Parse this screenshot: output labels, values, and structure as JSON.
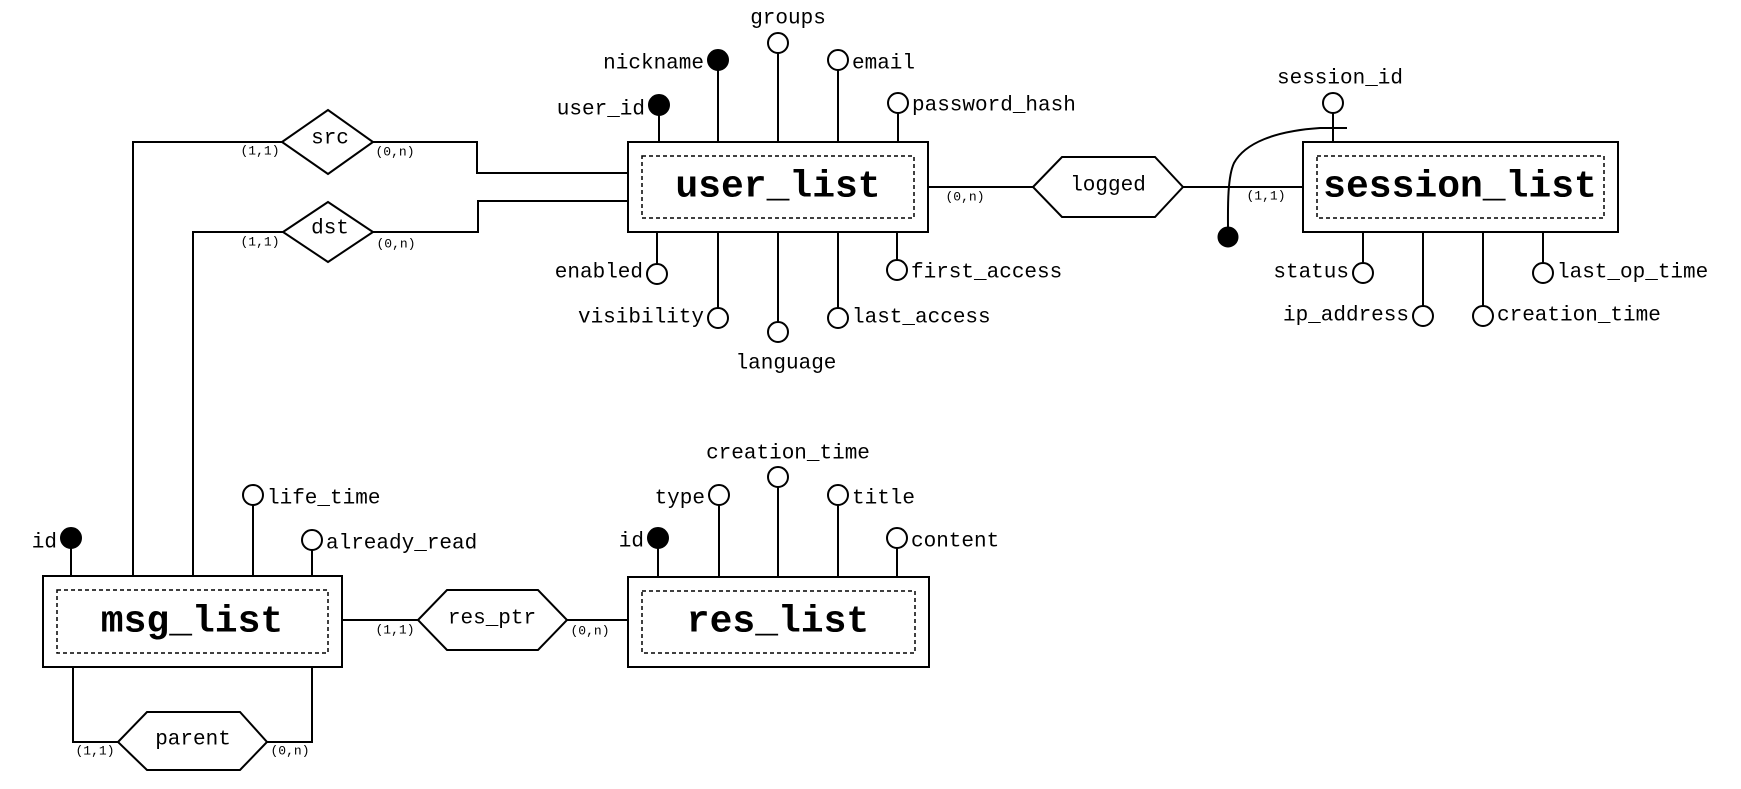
{
  "diagram": {
    "kind": "entity-relationship-diagram",
    "background_color": "#ffffff",
    "line_color": "#000000",
    "key_attribute_fill": "#000000"
  },
  "entities": {
    "user_list": {
      "name": "user_list",
      "attributes": [
        {
          "name": "user_id",
          "key": true
        },
        {
          "name": "nickname",
          "key": true
        },
        {
          "name": "groups",
          "key": false
        },
        {
          "name": "email",
          "key": false
        },
        {
          "name": "password_hash",
          "key": false
        },
        {
          "name": "enabled",
          "key": false
        },
        {
          "name": "visibility",
          "key": false
        },
        {
          "name": "language",
          "key": false
        },
        {
          "name": "last_access",
          "key": false
        },
        {
          "name": "first_access",
          "key": false
        }
      ]
    },
    "session_list": {
      "name": "session_list",
      "attributes": [
        {
          "name": "session_id",
          "key": false,
          "external_identifier": true
        },
        {
          "name": "status",
          "key": false
        },
        {
          "name": "ip_address",
          "key": false
        },
        {
          "name": "creation_time",
          "key": false
        },
        {
          "name": "last_op_time",
          "key": false
        }
      ]
    },
    "msg_list": {
      "name": "msg_list",
      "attributes": [
        {
          "name": "id",
          "key": true
        },
        {
          "name": "life_time",
          "key": false
        },
        {
          "name": "already_read",
          "key": false
        }
      ]
    },
    "res_list": {
      "name": "res_list",
      "attributes": [
        {
          "name": "id",
          "key": true
        },
        {
          "name": "type",
          "key": false
        },
        {
          "name": "creation_time",
          "key": false
        },
        {
          "name": "title",
          "key": false
        },
        {
          "name": "content",
          "key": false
        }
      ]
    }
  },
  "relationships": {
    "src": {
      "name": "src",
      "shape": "diamond",
      "cardinality_left": "(1,1)",
      "cardinality_right": "(0,n)"
    },
    "dst": {
      "name": "dst",
      "shape": "diamond",
      "cardinality_left": "(1,1)",
      "cardinality_right": "(0,n)"
    },
    "logged": {
      "name": "logged",
      "shape": "hexagon",
      "cardinality_left": "(0,n)",
      "cardinality_right": "(1,1)"
    },
    "res_ptr": {
      "name": "res_ptr",
      "shape": "hexagon",
      "cardinality_left": "(1,1)",
      "cardinality_right": "(0,n)"
    },
    "parent": {
      "name": "parent",
      "shape": "hexagon",
      "cardinality_left": "(1,1)",
      "cardinality_right": "(0,n)"
    }
  }
}
